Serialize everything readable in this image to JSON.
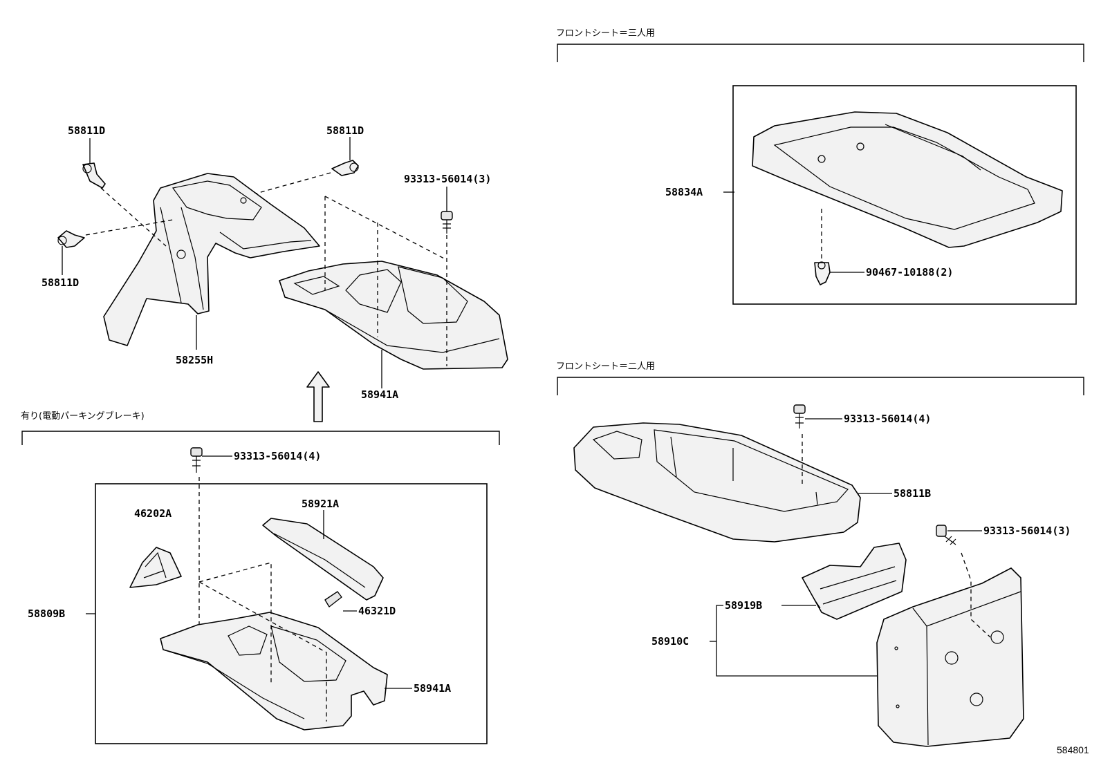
{
  "headers": {
    "three_seat": "フロントシート＝三人用",
    "two_seat": "フロントシート＝二人用",
    "parking_brake": "有り(電動パーキングブレーキ)"
  },
  "labels": {
    "clip_top_left": "58811D",
    "clip_top_right": "58811D",
    "clip_left": "58811D",
    "panel_58255h": "58255H",
    "screw_top": "93313-56014(3)",
    "console_58941a_top": "58941A",
    "screw_brake": "93313-56014(4)",
    "brake_box_58921a": "58921A",
    "brake_box_46202a": "46202A",
    "brake_box_58809b": "58809B",
    "brake_box_46321d": "46321D",
    "brake_box_58941a": "58941A",
    "tray_58834a": "58834A",
    "clip_90467": "90467-10188(2)",
    "screw_two_seat": "93313-56014(4)",
    "console_58811b": "58811B",
    "screw_rear": "93313-56014(3)",
    "bracket_58919b": "58919B",
    "rear_58910c": "58910C"
  },
  "figure_number": "584801"
}
